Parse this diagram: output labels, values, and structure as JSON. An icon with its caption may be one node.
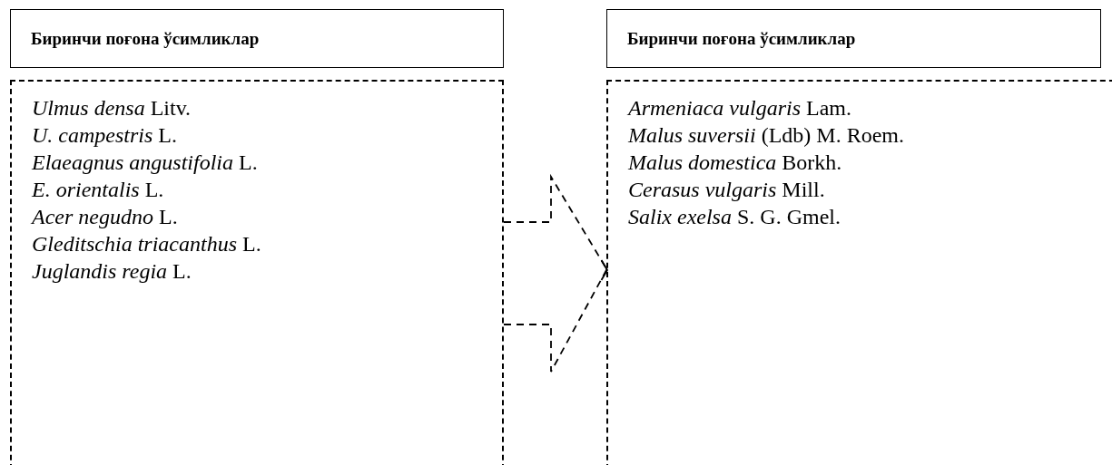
{
  "diagram": {
    "nodes": [
      {
        "text": [
          "Биринчи поғона ўсимликлар"
        ]
      },
      {
        "text": [
          "*Ulmus densa* Litv.",
          "*U. campestris* L.",
          "*Elaeagnus angustifolia* L.",
          "*E. orientalis* L.",
          "*Acer negudno* L.",
          "*Gleditschia triacanthus* L.",
          "*Juglandis regia* L."
        ]
      },
      {
        "text": [
          "Биринчи поғона ўсимликлар"
        ]
      },
      {
        "text": [
          "*Armeniaca vulgaris* Lam.",
          "*Malus suversii* (Ldb) M. Roem.",
          "*Malus domestica*  Borkh.",
          "*Cerasus vulgaris* Mill.",
          "*Salix exelsa* S. G. Gmel."
        ]
      }
    ],
    "edges": [
      {
        "from": 1,
        "to": 3,
        "arrow": "to",
        "style": "dashed"
      }
    ]
  }
}
